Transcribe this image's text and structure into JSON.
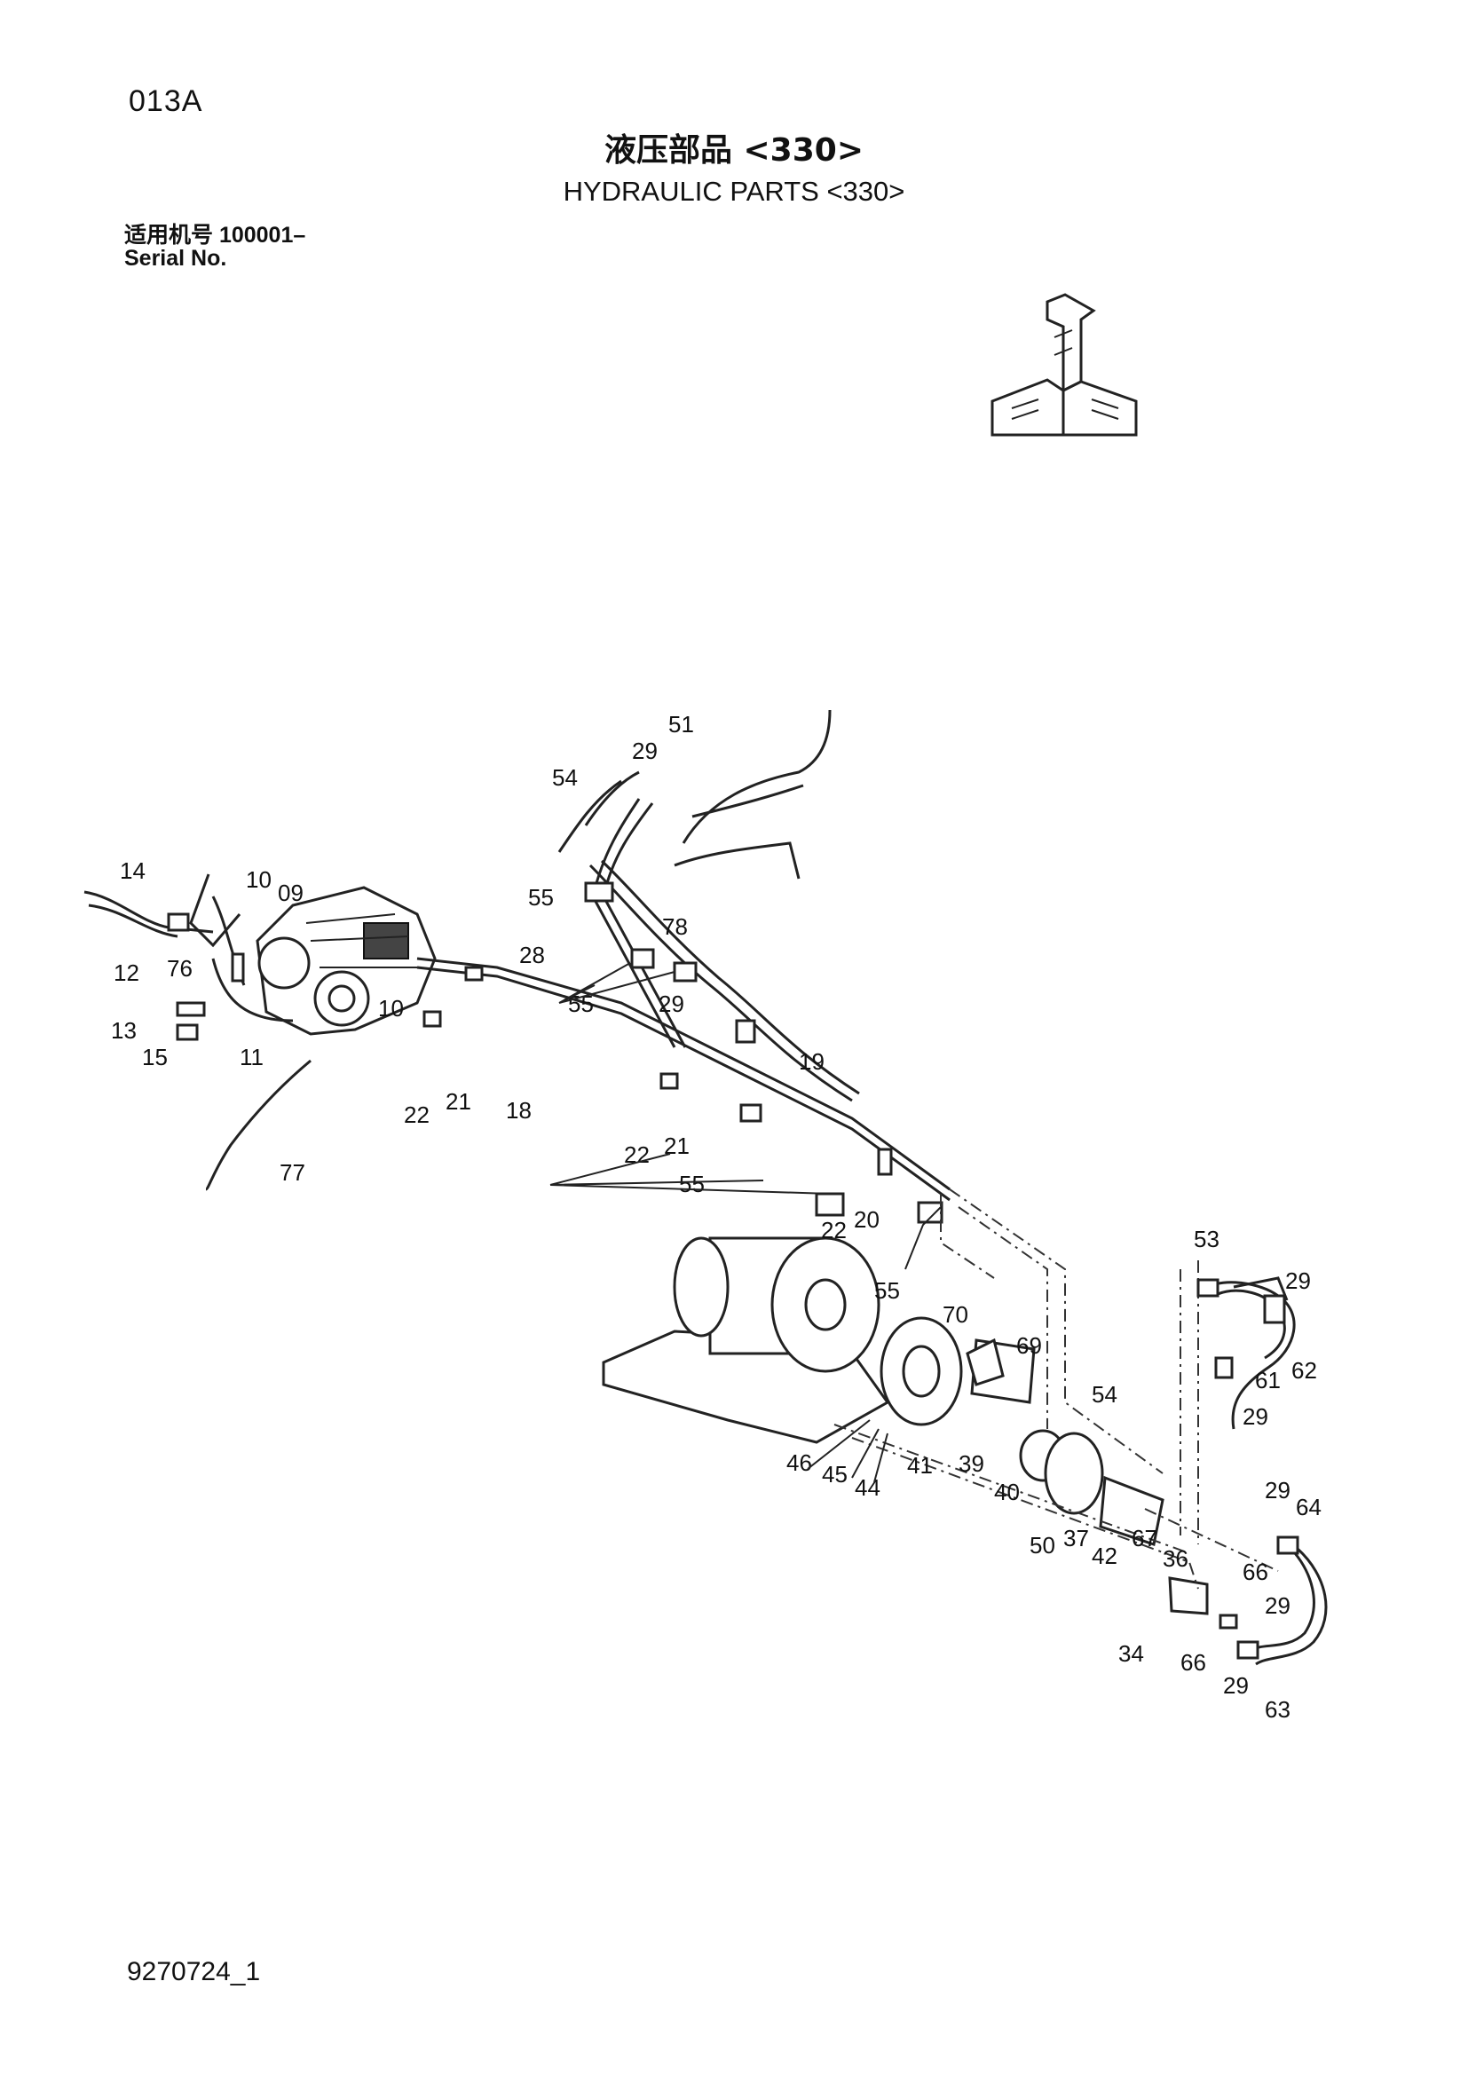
{
  "header": {
    "page_code": "013A",
    "title_cn": "液压部品 <330>",
    "title_en": "HYDRAULIC PARTS <330>",
    "serial_cn": "适用机号  100001–",
    "serial_en": "Serial No."
  },
  "footer": {
    "code": "9270724_1"
  },
  "orientation_icon": "machine-direction-arrow-icon",
  "callouts": [
    {
      "id": "c-51",
      "label": "51"
    },
    {
      "id": "c-29a",
      "label": "29"
    },
    {
      "id": "c-54a",
      "label": "54"
    },
    {
      "id": "c-14",
      "label": "14"
    },
    {
      "id": "c-10a",
      "label": "10"
    },
    {
      "id": "c-09",
      "label": "09"
    },
    {
      "id": "c-55a",
      "label": "55"
    },
    {
      "id": "c-78",
      "label": "78"
    },
    {
      "id": "c-12",
      "label": "12"
    },
    {
      "id": "c-76",
      "label": "76"
    },
    {
      "id": "c-28",
      "label": "28"
    },
    {
      "id": "c-55b",
      "label": "55"
    },
    {
      "id": "c-13",
      "label": "13"
    },
    {
      "id": "c-10b",
      "label": "10"
    },
    {
      "id": "c-29b",
      "label": "29"
    },
    {
      "id": "c-15",
      "label": "15"
    },
    {
      "id": "c-11",
      "label": "11"
    },
    {
      "id": "c-19",
      "label": "19"
    },
    {
      "id": "c-22a",
      "label": "22"
    },
    {
      "id": "c-21a",
      "label": "21"
    },
    {
      "id": "c-18",
      "label": "18"
    },
    {
      "id": "c-22b",
      "label": "22"
    },
    {
      "id": "c-21b",
      "label": "21"
    },
    {
      "id": "c-77",
      "label": "77"
    },
    {
      "id": "c-55c",
      "label": "55"
    },
    {
      "id": "c-20",
      "label": "20"
    },
    {
      "id": "c-22c",
      "label": "22"
    },
    {
      "id": "c-55d",
      "label": "55"
    },
    {
      "id": "c-53",
      "label": "53"
    },
    {
      "id": "c-29c",
      "label": "29"
    },
    {
      "id": "c-70",
      "label": "70"
    },
    {
      "id": "c-69",
      "label": "69"
    },
    {
      "id": "c-61",
      "label": "61"
    },
    {
      "id": "c-62",
      "label": "62"
    },
    {
      "id": "c-54b",
      "label": "54"
    },
    {
      "id": "c-29d",
      "label": "29"
    },
    {
      "id": "c-46",
      "label": "46"
    },
    {
      "id": "c-45",
      "label": "45"
    },
    {
      "id": "c-44",
      "label": "44"
    },
    {
      "id": "c-41",
      "label": "41"
    },
    {
      "id": "c-39",
      "label": "39"
    },
    {
      "id": "c-40",
      "label": "40"
    },
    {
      "id": "c-29e",
      "label": "29"
    },
    {
      "id": "c-64",
      "label": "64"
    },
    {
      "id": "c-50",
      "label": "50"
    },
    {
      "id": "c-37",
      "label": "37"
    },
    {
      "id": "c-42",
      "label": "42"
    },
    {
      "id": "c-67",
      "label": "67"
    },
    {
      "id": "c-36",
      "label": "36"
    },
    {
      "id": "c-66a",
      "label": "66"
    },
    {
      "id": "c-29f",
      "label": "29"
    },
    {
      "id": "c-34",
      "label": "34"
    },
    {
      "id": "c-66b",
      "label": "66"
    },
    {
      "id": "c-29g",
      "label": "29"
    },
    {
      "id": "c-63",
      "label": "63"
    }
  ]
}
